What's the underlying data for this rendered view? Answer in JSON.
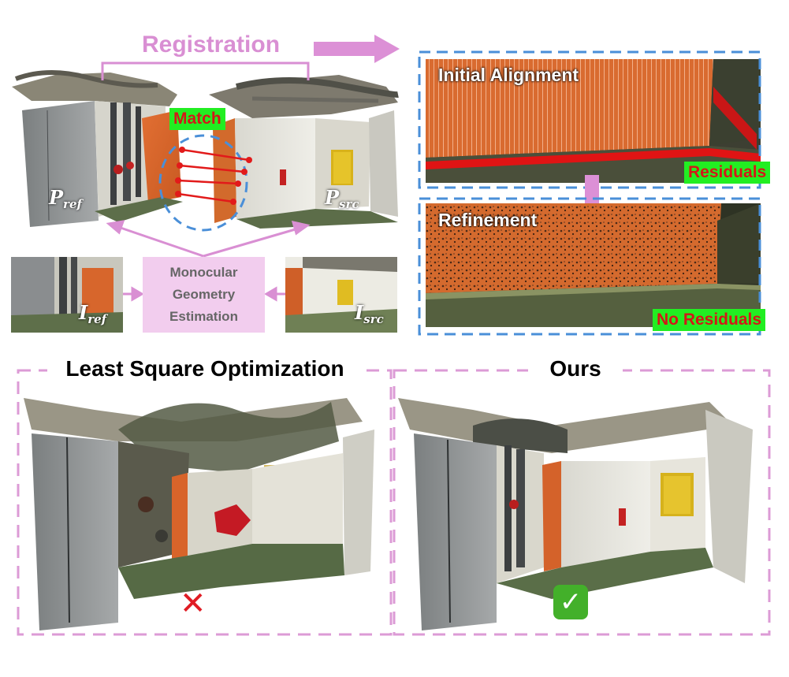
{
  "registration": {
    "label": "Registration"
  },
  "match": {
    "label": "Match"
  },
  "point_clouds": {
    "ref": "P",
    "ref_sub": "ref",
    "src": "P",
    "src_sub": "src"
  },
  "images": {
    "ref": "I",
    "ref_sub": "ref",
    "src": "I",
    "src_sub": "src"
  },
  "mono": {
    "line1": "Monocular",
    "line2": "Geometry",
    "line3": "Estimation"
  },
  "initial": {
    "label": "Initial Alignment"
  },
  "residuals": {
    "label": "Residuals"
  },
  "refinement": {
    "label": "Refinement"
  },
  "no_residuals": {
    "label": "No Residuals"
  },
  "bottom_left": {
    "title": "Least Square Optimization",
    "mark": "✕"
  },
  "bottom_right": {
    "title": "Ours",
    "mark": "✓"
  },
  "colors": {
    "pink": "#d98fd3",
    "blue_dash": "#4a8fd8",
    "green_label": "#22ee22",
    "red_text": "#d31818",
    "orange_wall": "#d8642a"
  }
}
